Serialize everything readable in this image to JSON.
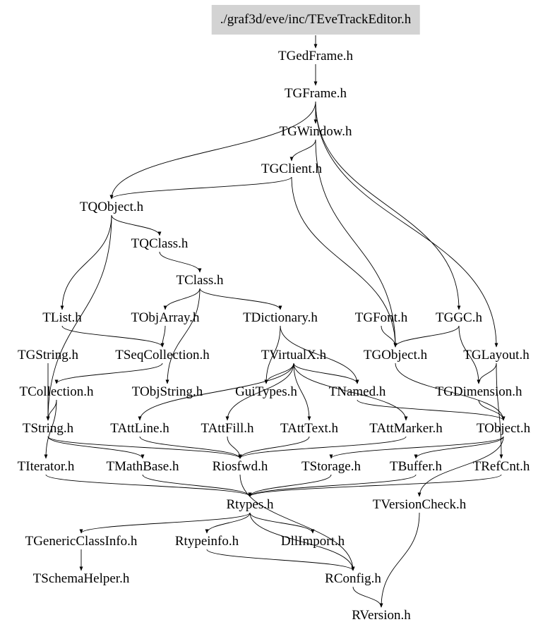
{
  "root": "./graf3d/eve/inc/TEveTrackEditor.h",
  "nodes": [
    "./graf3d/eve/inc/TEveTrackEditor.h",
    "TGedFrame.h",
    "TGFrame.h",
    "TGWindow.h",
    "TGClient.h",
    "TQObject.h",
    "TQClass.h",
    "TClass.h",
    "TList.h",
    "TObjArray.h",
    "TDictionary.h",
    "TGFont.h",
    "TGGC.h",
    "TGString.h",
    "TSeqCollection.h",
    "TVirtualX.h",
    "TGObject.h",
    "TGLayout.h",
    "TCollection.h",
    "TObjString.h",
    "GuiTypes.h",
    "TNamed.h",
    "TGDimension.h",
    "TString.h",
    "TAttLine.h",
    "TAttFill.h",
    "TAttText.h",
    "TAttMarker.h",
    "TObject.h",
    "TIterator.h",
    "TMathBase.h",
    "Riosfwd.h",
    "TStorage.h",
    "TBuffer.h",
    "TRefCnt.h",
    "Rtypes.h",
    "TVersionCheck.h",
    "TGenericClassInfo.h",
    "Rtypeinfo.h",
    "DllImport.h",
    "TSchemaHelper.h",
    "RConfig.h",
    "RVersion.h"
  ],
  "edges": [
    [
      "./graf3d/eve/inc/TEveTrackEditor.h",
      "TGedFrame.h"
    ],
    [
      "TGedFrame.h",
      "TGFrame.h"
    ],
    [
      "TGFrame.h",
      "TGWindow.h"
    ],
    [
      "TGFrame.h",
      "TQObject.h"
    ],
    [
      "TGFrame.h",
      "TGGC.h"
    ],
    [
      "TGFrame.h",
      "TGLayout.h"
    ],
    [
      "TGWindow.h",
      "TGClient.h"
    ],
    [
      "TGWindow.h",
      "TGObject.h"
    ],
    [
      "TGClient.h",
      "TQObject.h"
    ],
    [
      "TGClient.h",
      "TGObject.h"
    ],
    [
      "TQObject.h",
      "TQClass.h"
    ],
    [
      "TQObject.h",
      "TList.h"
    ],
    [
      "TQObject.h",
      "TString.h"
    ],
    [
      "TQClass.h",
      "TClass.h"
    ],
    [
      "TClass.h",
      "TObjArray.h"
    ],
    [
      "TClass.h",
      "TDictionary.h"
    ],
    [
      "TClass.h",
      "TObjString.h"
    ],
    [
      "TList.h",
      "TSeqCollection.h"
    ],
    [
      "TObjArray.h",
      "TSeqCollection.h"
    ],
    [
      "TDictionary.h",
      "GuiTypes.h"
    ],
    [
      "TDictionary.h",
      "TNamed.h"
    ],
    [
      "TGFont.h",
      "TGObject.h"
    ],
    [
      "TGGC.h",
      "TGObject.h"
    ],
    [
      "TGGC.h",
      "TGDimension.h"
    ],
    [
      "TGLayout.h",
      "TGDimension.h"
    ],
    [
      "TGLayout.h",
      "TRefCnt.h"
    ],
    [
      "TGString.h",
      "TString.h"
    ],
    [
      "TSeqCollection.h",
      "TCollection.h"
    ],
    [
      "TVirtualX.h",
      "GuiTypes.h"
    ],
    [
      "TVirtualX.h",
      "TNamed.h"
    ],
    [
      "TVirtualX.h",
      "TAttLine.h"
    ],
    [
      "TVirtualX.h",
      "TAttFill.h"
    ],
    [
      "TVirtualX.h",
      "TAttText.h"
    ],
    [
      "TVirtualX.h",
      "TAttMarker.h"
    ],
    [
      "TGObject.h",
      "TObject.h"
    ],
    [
      "TCollection.h",
      "TIterator.h"
    ],
    [
      "TCollection.h",
      "TString.h"
    ],
    [
      "TNamed.h",
      "TObject.h"
    ],
    [
      "TGDimension.h",
      "TObject.h"
    ],
    [
      "TString.h",
      "TMathBase.h"
    ],
    [
      "TString.h",
      "Riosfwd.h"
    ],
    [
      "TAttLine.h",
      "Riosfwd.h"
    ],
    [
      "TAttFill.h",
      "Riosfwd.h"
    ],
    [
      "TAttText.h",
      "Riosfwd.h"
    ],
    [
      "TAttMarker.h",
      "Riosfwd.h"
    ],
    [
      "TObject.h",
      "TStorage.h"
    ],
    [
      "TObject.h",
      "TBuffer.h"
    ],
    [
      "TObject.h",
      "TVersionCheck.h"
    ],
    [
      "TIterator.h",
      "Rtypes.h"
    ],
    [
      "TMathBase.h",
      "Rtypes.h"
    ],
    [
      "Riosfwd.h",
      "RConfig.h"
    ],
    [
      "TStorage.h",
      "Rtypes.h"
    ],
    [
      "TBuffer.h",
      "Rtypes.h"
    ],
    [
      "TRefCnt.h",
      "Rtypes.h"
    ],
    [
      "Rtypes.h",
      "TGenericClassInfo.h"
    ],
    [
      "Rtypes.h",
      "Rtypeinfo.h"
    ],
    [
      "Rtypes.h",
      "DllImport.h"
    ],
    [
      "Rtypes.h",
      "RConfig.h"
    ],
    [
      "TGenericClassInfo.h",
      "TSchemaHelper.h"
    ],
    [
      "Rtypeinfo.h",
      "RConfig.h"
    ],
    [
      "TVersionCheck.h",
      "RVersion.h"
    ],
    [
      "RConfig.h",
      "RVersion.h"
    ]
  ]
}
